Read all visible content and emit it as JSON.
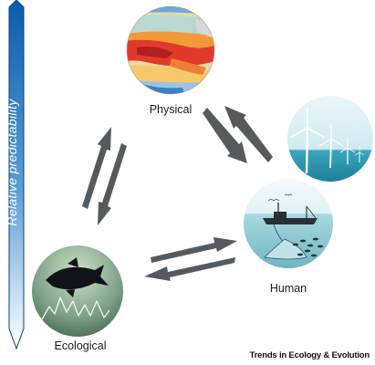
{
  "axis": {
    "label": "Relative predictability",
    "gradient": [
      "#0b5cad",
      "#7fb6e2",
      "#ffffff"
    ]
  },
  "nodes": {
    "physical": {
      "label": "Physical"
    },
    "human": {
      "label": "Human"
    },
    "ecological": {
      "label": "Ecological"
    }
  },
  "credit": "Trends in Ecology & Evolution",
  "colors": {
    "arrow": "#555a5e",
    "sea": "#a3d7e0",
    "forest": "#3e5f4a"
  }
}
